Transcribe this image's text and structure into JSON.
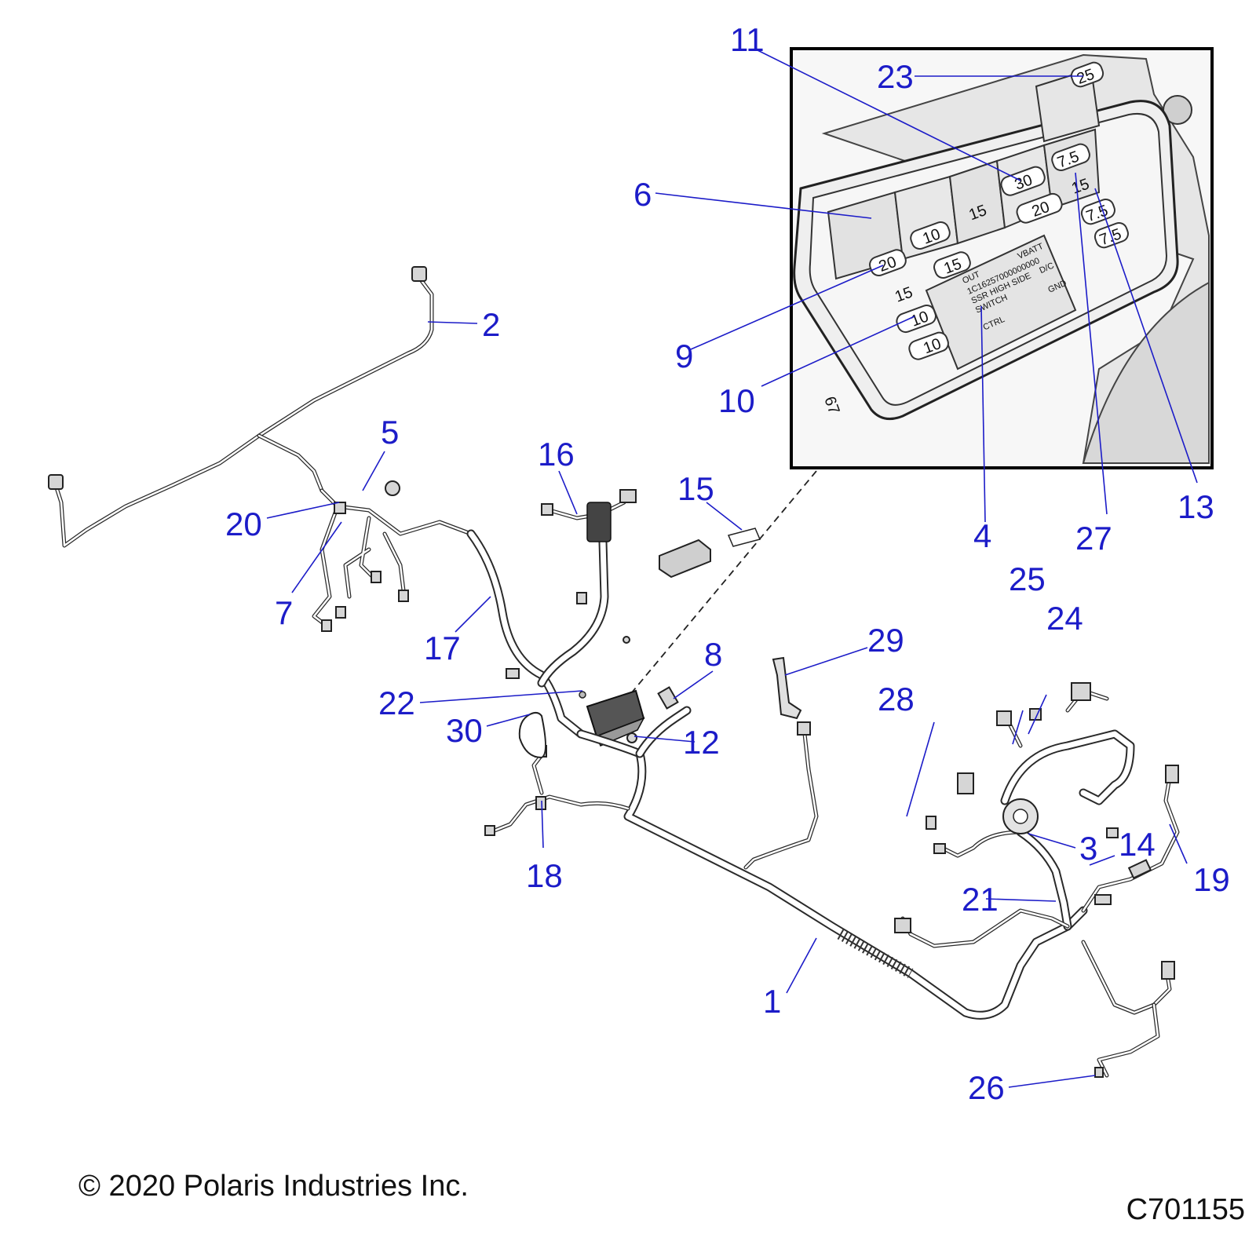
{
  "callouts": [
    "1",
    "2",
    "3",
    "4",
    "5",
    "6",
    "7",
    "8",
    "9",
    "10",
    "11",
    "12",
    "13",
    "14",
    "15",
    "16",
    "17",
    "18",
    "19",
    "20",
    "21",
    "22",
    "23",
    "24",
    "25",
    "26",
    "27",
    "28",
    "29",
    "30"
  ],
  "fuse_labels": [
    "25",
    "7.5",
    "30",
    "15",
    "20",
    "7.5",
    "15",
    "10",
    "7.5",
    "20",
    "15",
    "15",
    "10",
    "10"
  ],
  "relay_label": {
    "line1": "OUT",
    "line2": "VBATT",
    "line3": "1C16257000000000",
    "line4": "SSR HIGH SIDE",
    "line5": "SWITCH",
    "line6": "D/C",
    "line7": "CTRL",
    "line8": "GND"
  },
  "box_marking": "67",
  "copyright": "© 2020 Polaris Industries Inc.",
  "drawing_id": "C701155"
}
